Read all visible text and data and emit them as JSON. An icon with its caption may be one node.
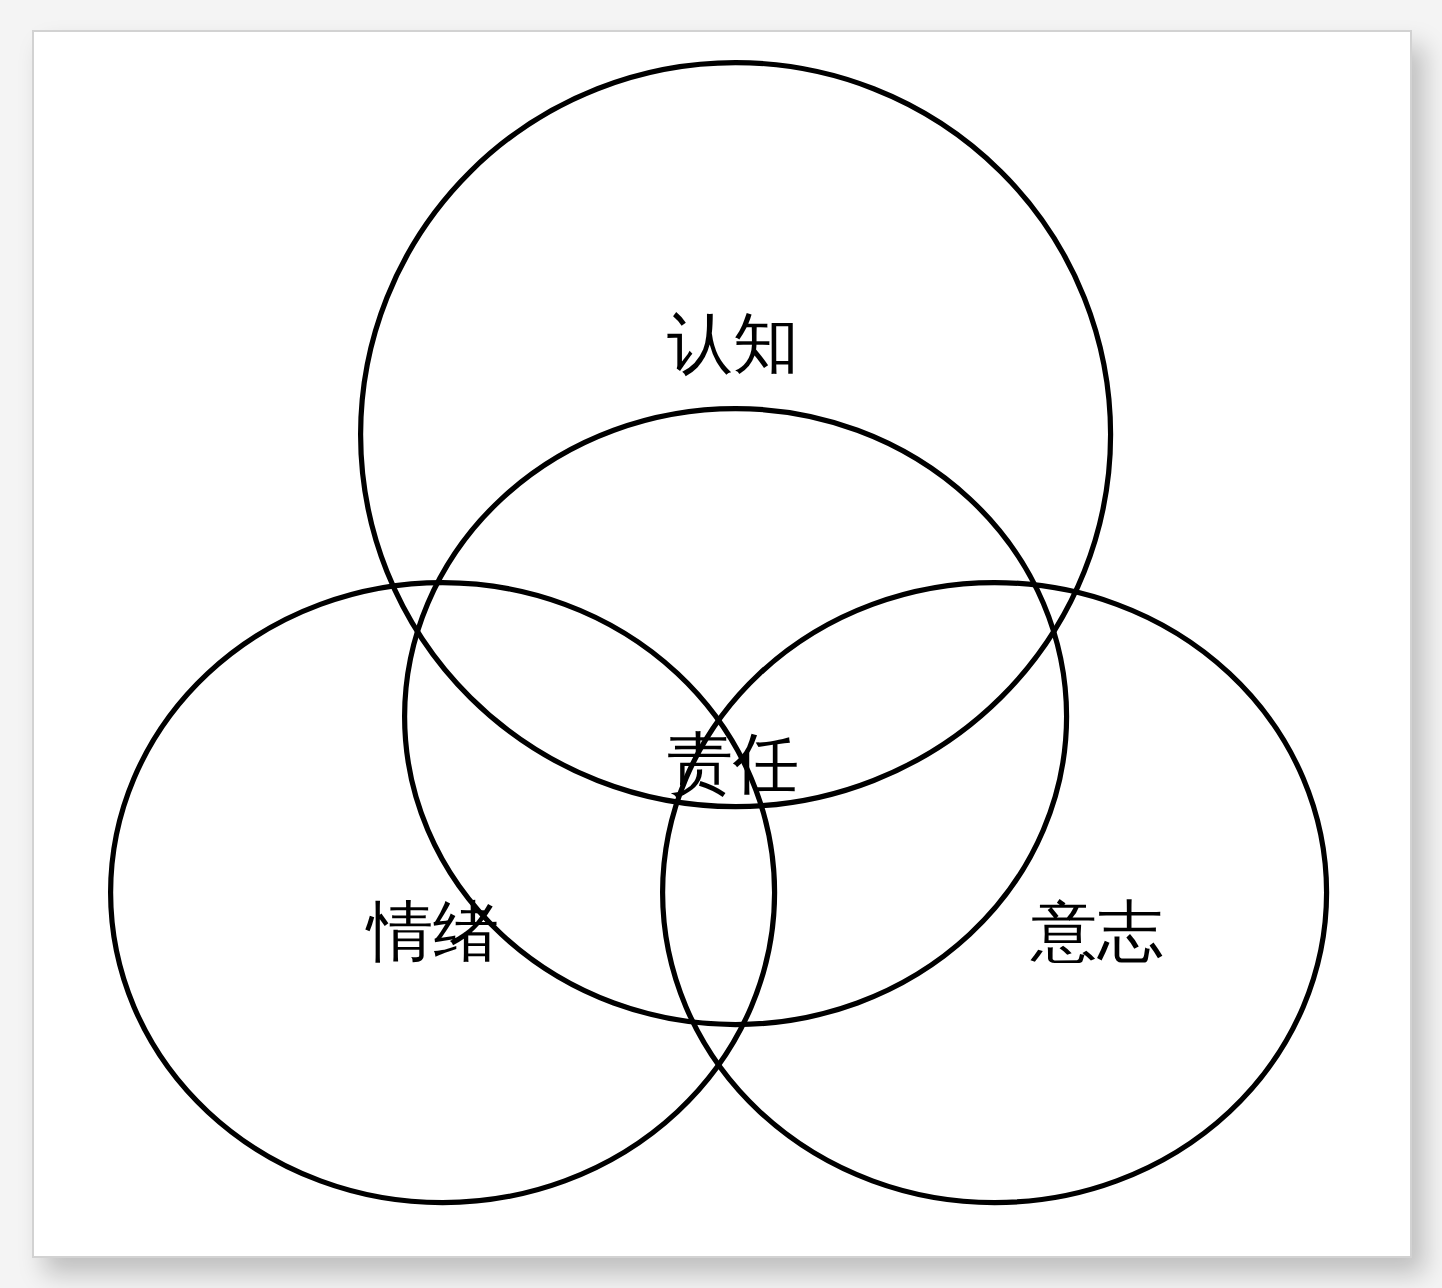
{
  "diagram": {
    "nodes": [
      {
        "text": [
          "认知"
        ]
      },
      {
        "text": [
          "责任"
        ]
      },
      {
        "text": [
          "情绪"
        ]
      },
      {
        "text": [
          "意志"
        ]
      }
    ]
  }
}
